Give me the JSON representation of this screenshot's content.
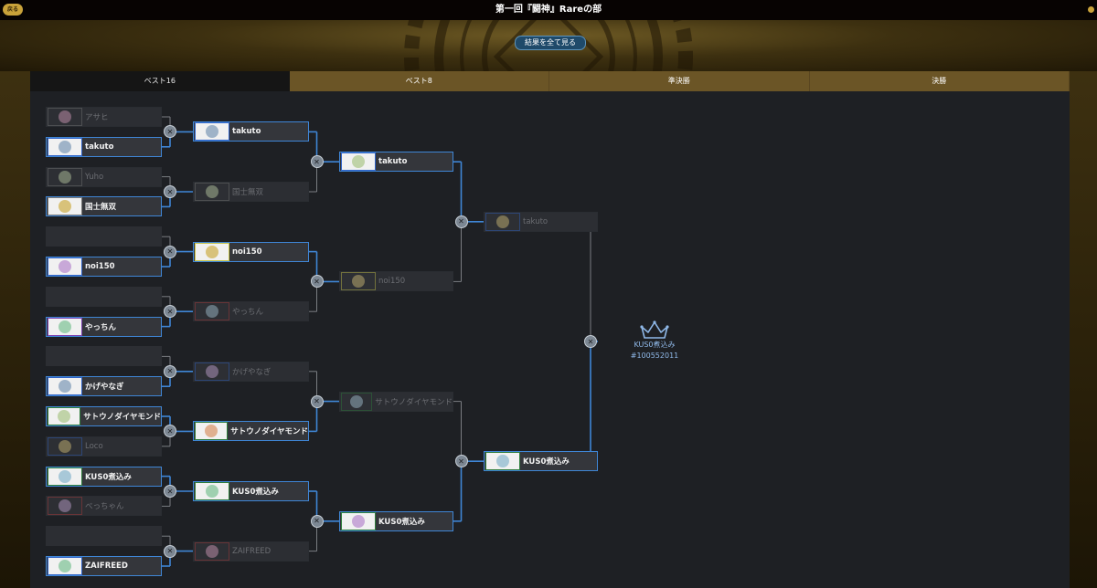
{
  "header": {
    "title": "第一回『闘神』Rareの部",
    "back_label": "戻る"
  },
  "view_all_label": "結果を全て見る",
  "tabs": [
    {
      "label": "ベスト16",
      "active": true
    },
    {
      "label": "ベスト8",
      "active": false
    },
    {
      "label": "準決勝",
      "active": false
    },
    {
      "label": "決勝",
      "active": false
    }
  ],
  "rounds": {
    "round16": [
      {
        "name": "アサヒ",
        "result": "lose",
        "frame": "gray"
      },
      {
        "name": "takuto",
        "result": "win",
        "frame": "blue"
      },
      {
        "name": "Yuho",
        "result": "lose",
        "frame": "gray"
      },
      {
        "name": "国士無双",
        "result": "win",
        "frame": "gray"
      },
      {
        "name": "",
        "result": "empty",
        "frame": "none"
      },
      {
        "name": "noi150",
        "result": "win",
        "frame": "blue"
      },
      {
        "name": "",
        "result": "empty",
        "frame": "none"
      },
      {
        "name": "やっちん",
        "result": "win",
        "frame": "purple"
      },
      {
        "name": "",
        "result": "empty",
        "frame": "none"
      },
      {
        "name": "かげやなぎ",
        "result": "win",
        "frame": "blue"
      },
      {
        "name": "サトウノダイヤモンド",
        "result": "win",
        "frame": "green"
      },
      {
        "name": "Loco",
        "result": "lose",
        "frame": "blue"
      },
      {
        "name": "KUS0煮込み",
        "result": "win",
        "frame": "green"
      },
      {
        "name": "べっちゃん",
        "result": "lose",
        "frame": "red"
      },
      {
        "name": "",
        "result": "empty",
        "frame": "none"
      },
      {
        "name": "ZAIFREED",
        "result": "win",
        "frame": "blue"
      }
    ],
    "round8": [
      {
        "name": "takuto",
        "result": "win",
        "frame": "blue"
      },
      {
        "name": "国士無双",
        "result": "lose",
        "frame": "gray"
      },
      {
        "name": "noi150",
        "result": "win",
        "frame": "yellow"
      },
      {
        "name": "やっちん",
        "result": "lose",
        "frame": "red"
      },
      {
        "name": "かげやなぎ",
        "result": "lose",
        "frame": "blue"
      },
      {
        "name": "サトウノダイヤモンド",
        "result": "win",
        "frame": "green"
      },
      {
        "name": "KUS0煮込み",
        "result": "win",
        "frame": "green"
      },
      {
        "name": "ZAIFREED",
        "result": "lose",
        "frame": "red"
      }
    ],
    "semifinal": [
      {
        "name": "takuto",
        "result": "win",
        "frame": "blue"
      },
      {
        "name": "noi150",
        "result": "lose",
        "frame": "yellow"
      },
      {
        "name": "サトウノダイヤモンド",
        "result": "lose",
        "frame": "green"
      },
      {
        "name": "KUS0煮込み",
        "result": "win",
        "frame": "green"
      }
    ],
    "final": [
      {
        "name": "takuto",
        "result": "lose",
        "frame": "blue"
      },
      {
        "name": "KUS0煮込み",
        "result": "win",
        "frame": "green"
      }
    ]
  },
  "champion": {
    "name": "KUS0煮込み",
    "id": "#100552011"
  },
  "colors": {
    "accent": "#3f86d6",
    "tab_gold": "#6b5526",
    "panel": "#1e2024",
    "loser_line": "#7a7d82"
  }
}
